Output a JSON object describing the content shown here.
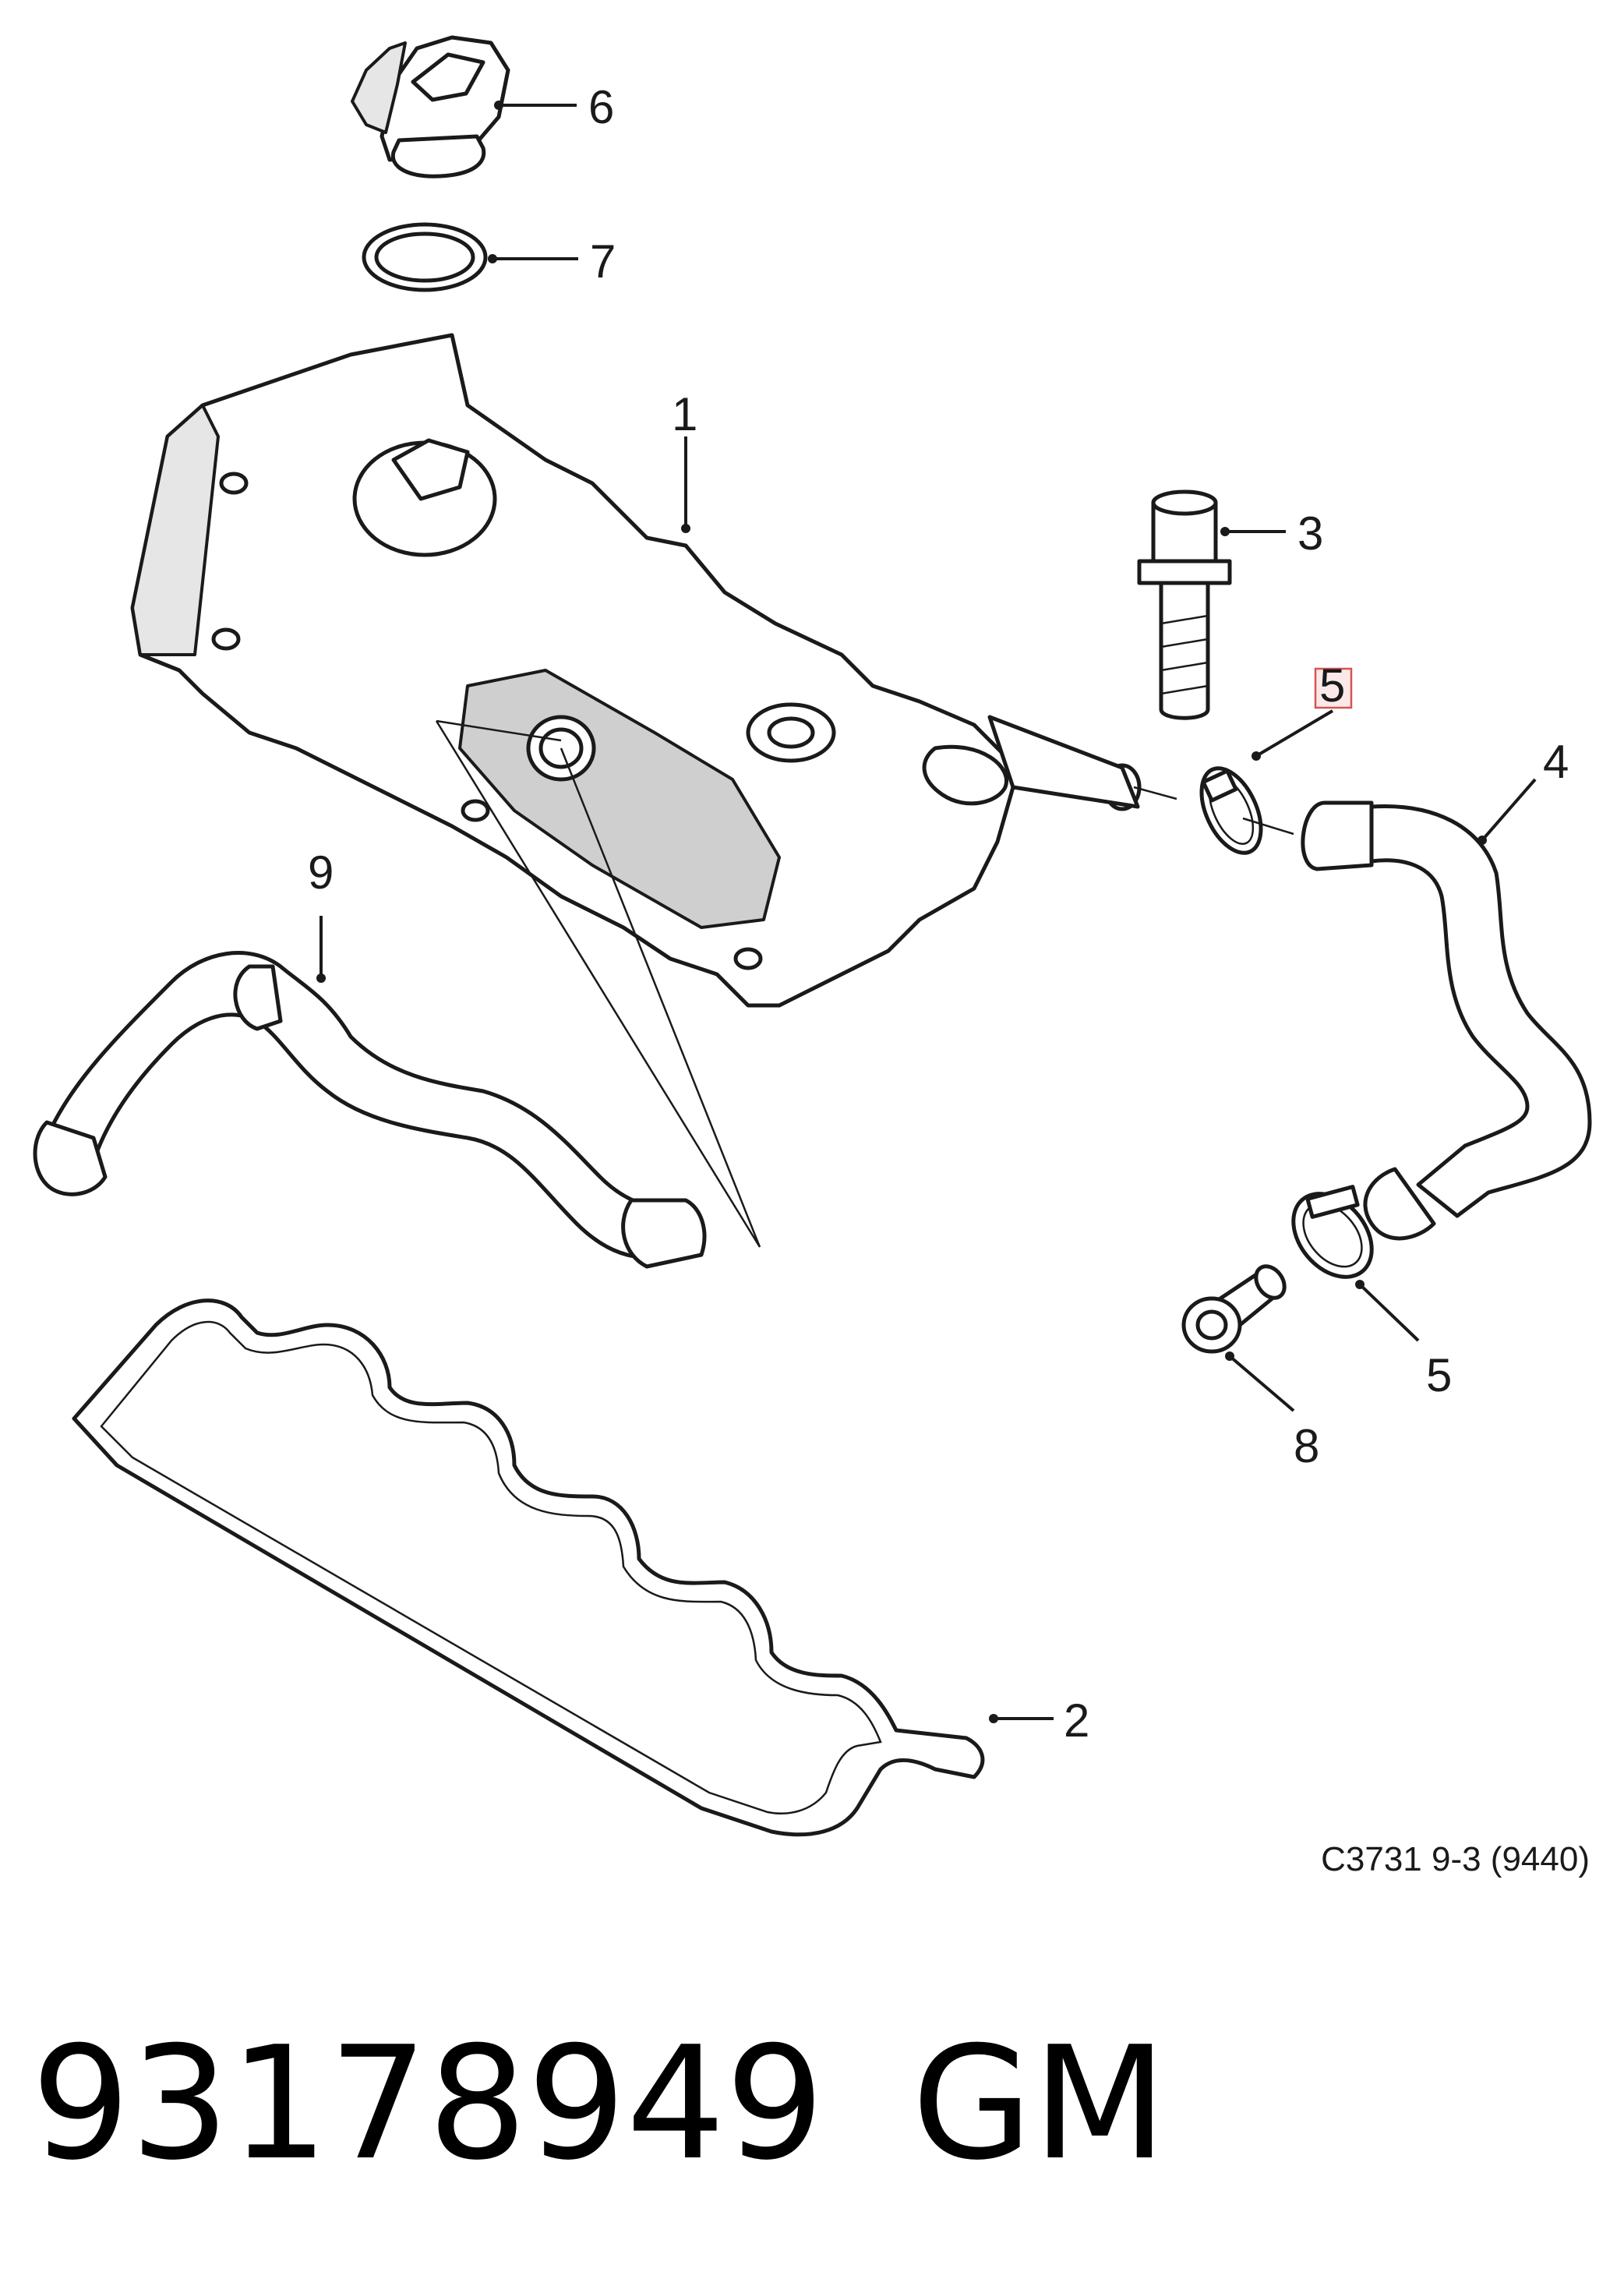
{
  "callouts": [
    {
      "id": "c1",
      "label": "1"
    },
    {
      "id": "c2",
      "label": "2"
    },
    {
      "id": "c3",
      "label": "3"
    },
    {
      "id": "c4",
      "label": "4"
    },
    {
      "id": "c5a",
      "label": "5"
    },
    {
      "id": "c5b",
      "label": "5"
    },
    {
      "id": "c6",
      "label": "6"
    },
    {
      "id": "c7",
      "label": "7"
    },
    {
      "id": "c8",
      "label": "8"
    },
    {
      "id": "c9",
      "label": "9"
    }
  ],
  "highlighted_callout": "5",
  "reference": "C3731 9-3 (9440)",
  "part_number": "93178949",
  "brand": "GM",
  "colors": {
    "line": "#1a1a1a",
    "highlight_box": "#d9534f"
  }
}
